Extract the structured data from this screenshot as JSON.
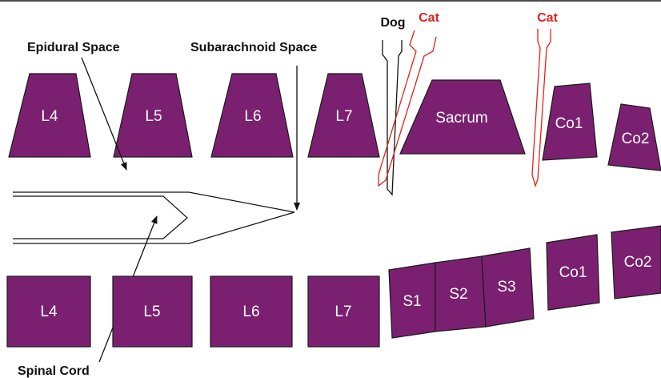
{
  "labels": {
    "epidural_space": "Epidural Space",
    "subarachnoid_space": "Subarachnoid Space",
    "spinal_cord": "Spinal Cord"
  },
  "needles": {
    "dog": "Dog",
    "cat_lumbosacral": "Cat",
    "cat_sacrococcygeal": "Cat"
  },
  "colors": {
    "vertebra_fill": "#7b2070",
    "dog_needle": "#111111",
    "cat_needle": "#e0231c"
  },
  "dorsal_row": {
    "l4": "L4",
    "l5": "L5",
    "l6": "L6",
    "l7": "L7",
    "sacrum": "Sacrum",
    "co1": "Co1",
    "co2": "Co2"
  },
  "ventral_row": {
    "l4": "L4",
    "l5": "L5",
    "l6": "L6",
    "l7": "L7",
    "s1": "S1",
    "s2": "S2",
    "s3": "S3",
    "co1": "Co1",
    "co2": "Co2"
  }
}
